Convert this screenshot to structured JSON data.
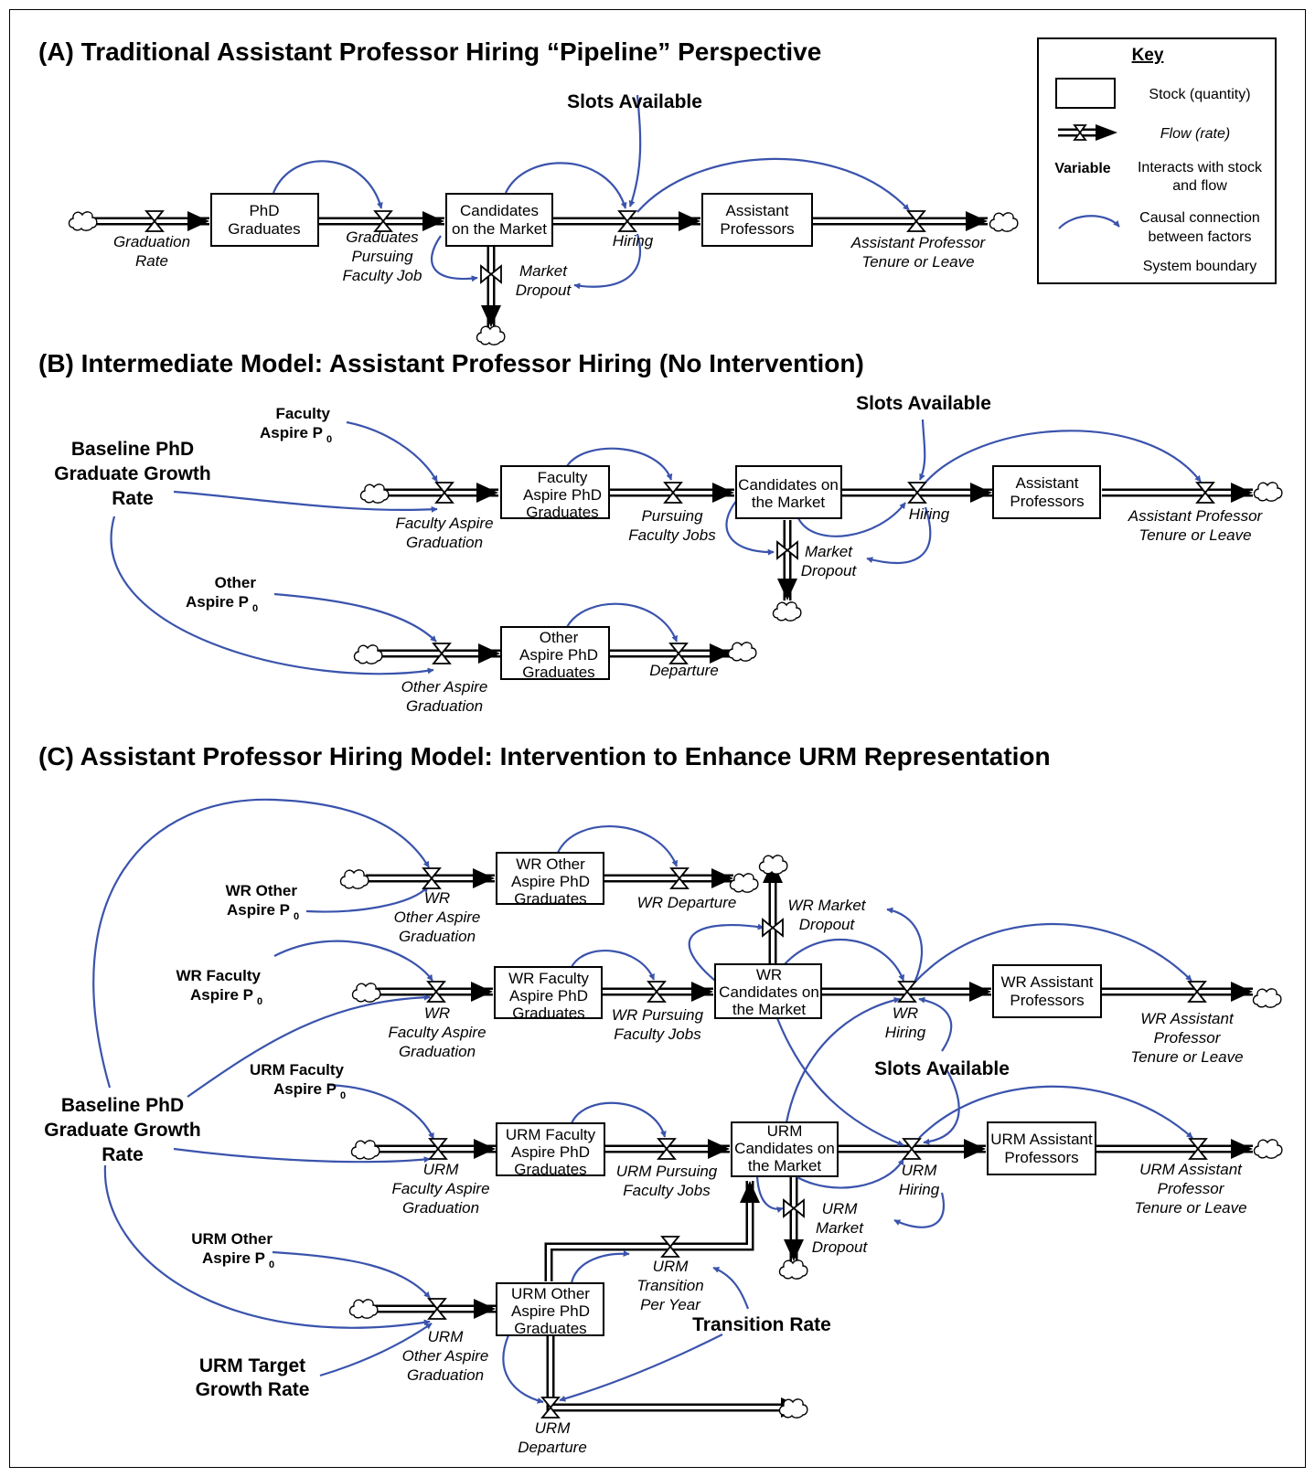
{
  "panelA": {
    "title": "(A) Traditional Assistant Professor Hiring “Pipeline” Perspective",
    "slots_available": "Slots Available",
    "stocks": [
      [
        "PhD",
        "Graduates"
      ],
      [
        "Candidates",
        "on the Market"
      ],
      [
        "Assistant",
        "Professors"
      ]
    ],
    "flows": [
      [
        "Graduation",
        "Rate"
      ],
      [
        "Graduates",
        "Pursuing",
        "Faculty Job"
      ],
      [
        "Hiring"
      ],
      [
        "Market",
        "Dropout"
      ],
      [
        "Assistant Professor",
        "Tenure or Leave"
      ]
    ]
  },
  "key": {
    "header": "Key",
    "stock": "Stock (quantity)",
    "flow": "Flow (rate)",
    "variable_word": "Variable",
    "variable_desc": [
      "Interacts with stock",
      "and flow"
    ],
    "causal": [
      "Causal connection",
      "between factors"
    ],
    "boundary": "System boundary"
  },
  "panelB": {
    "title": "(B) Intermediate Model: Assistant Professor Hiring (No Intervention)",
    "slots_available": "Slots Available",
    "faculty_aspire_p0": [
      "Faculty",
      "Aspire P"
    ],
    "other_aspire_p0": [
      "Other",
      "Aspire P"
    ],
    "subscript": "0",
    "baseline": [
      "Baseline PhD",
      "Graduate Growth",
      "Rate"
    ],
    "stocks": [
      [
        "Faculty",
        "Aspire PhD",
        "Graduates"
      ],
      [
        "Candidates on",
        "the Market"
      ],
      [
        "Assistant",
        "Professors"
      ],
      [
        "Other",
        "Aspire PhD",
        "Graduates"
      ]
    ],
    "flows": [
      [
        "Faculty Aspire",
        "Graduation"
      ],
      [
        "Pursuing",
        "Faculty Jobs"
      ],
      [
        "Hiring"
      ],
      [
        "Market",
        "Dropout"
      ],
      [
        "Assistant Professor",
        "Tenure or Leave"
      ],
      [
        "Other Aspire",
        "Graduation"
      ],
      [
        "Departure"
      ]
    ]
  },
  "panelC": {
    "title": "(C) Assistant Professor Hiring Model: Intervention to Enhance URM Representation",
    "slots_available": "Slots Available",
    "transition_rate": "Transition Rate",
    "urm_target": [
      "URM Target",
      "Growth Rate"
    ],
    "baseline": [
      "Baseline PhD",
      "Graduate Growth",
      "Rate"
    ],
    "subscript": "0",
    "wr_other_p0": [
      "WR Other",
      "Aspire P"
    ],
    "wr_faculty_p0": [
      "WR Faculty",
      "Aspire P"
    ],
    "urm_faculty_p0": [
      "URM Faculty",
      "Aspire P"
    ],
    "urm_other_p0": [
      "URM Other",
      "Aspire P"
    ],
    "stocks": [
      [
        "WR Other",
        "Aspire PhD",
        "Graduates"
      ],
      [
        "WR Faculty",
        "Aspire PhD",
        "Graduates"
      ],
      [
        "WR",
        "Candidates on",
        "the Market"
      ],
      [
        "WR Assistant",
        "Professors"
      ],
      [
        "URM Faculty",
        "Aspire PhD",
        "Graduates"
      ],
      [
        "URM",
        "Candidates on",
        "the Market"
      ],
      [
        "URM Assistant",
        "Professors"
      ],
      [
        "URM Other",
        "Aspire PhD",
        "Graduates"
      ]
    ],
    "flows": [
      [
        "WR",
        "Other Aspire",
        "Graduation"
      ],
      [
        "WR Departure"
      ],
      [
        "WR Market",
        "Dropout"
      ],
      [
        "WR",
        "Faculty Aspire",
        "Graduation"
      ],
      [
        "WR Pursuing",
        "Faculty Jobs"
      ],
      [
        "WR",
        "Hiring"
      ],
      [
        "WR Assistant",
        "Professor",
        "Tenure or Leave"
      ],
      [
        "URM",
        "Faculty Aspire",
        "Graduation"
      ],
      [
        "URM Pursuing",
        "Faculty Jobs"
      ],
      [
        "URM",
        "Hiring"
      ],
      [
        "URM",
        "Market",
        "Dropout"
      ],
      [
        "URM Assistant",
        "Professor",
        "Tenure or Leave"
      ],
      [
        "URM",
        "Transition",
        "Per Year"
      ],
      [
        "URM",
        "Other Aspire",
        "Graduation"
      ],
      [
        "URM",
        "Departure"
      ]
    ]
  },
  "colors": {
    "causal": "#3a53ac",
    "line": "#000000"
  }
}
